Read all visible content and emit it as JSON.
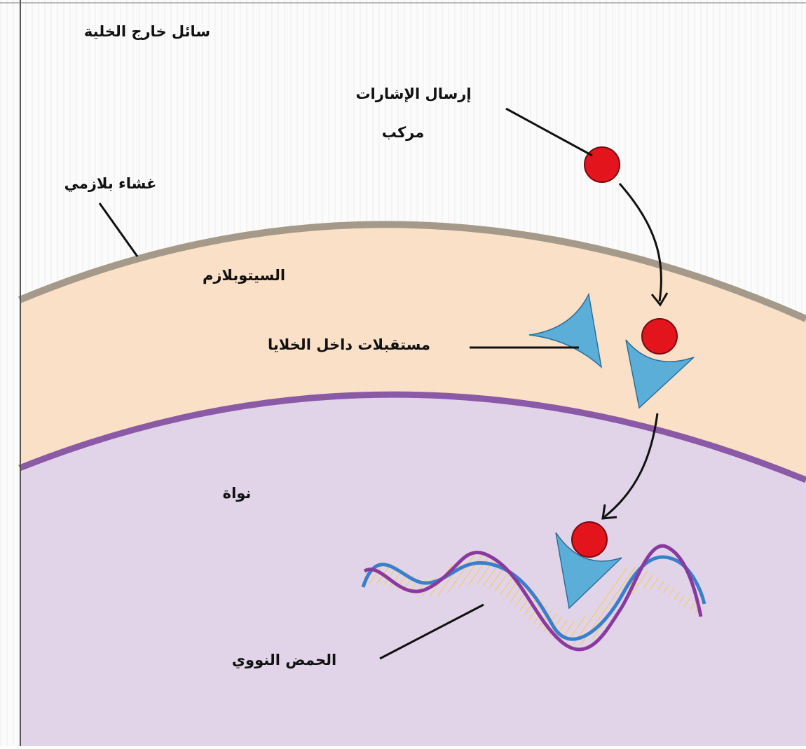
{
  "labels": {
    "extracellular_fluid": "سائل خارج الخلية",
    "signaling": "إرسال الإشارات",
    "compound": "مركب",
    "plasma_membrane": "غشاء بلازمي",
    "cytoplasm": "السيتوبلازم",
    "intracellular_receptors": "مستقبلات داخل الخلايا",
    "nucleus": "نواة",
    "nucleic_acid": "الحمض النووي"
  },
  "colors": {
    "extracellular": "#fbfbfb",
    "cytoplasm": "#fbe0c8",
    "plasma_membrane": "#a59a8a",
    "nucleus": "#e2d4e8",
    "nuclear_membrane": "#8a5aa6",
    "signal_molecule": "#e3141c",
    "receptor": "#5aaed8",
    "dna_strand_blue": "#3a7fc9",
    "dna_strand_purple": "#8a3a9e",
    "dna_rungs": "#f2d24a"
  }
}
